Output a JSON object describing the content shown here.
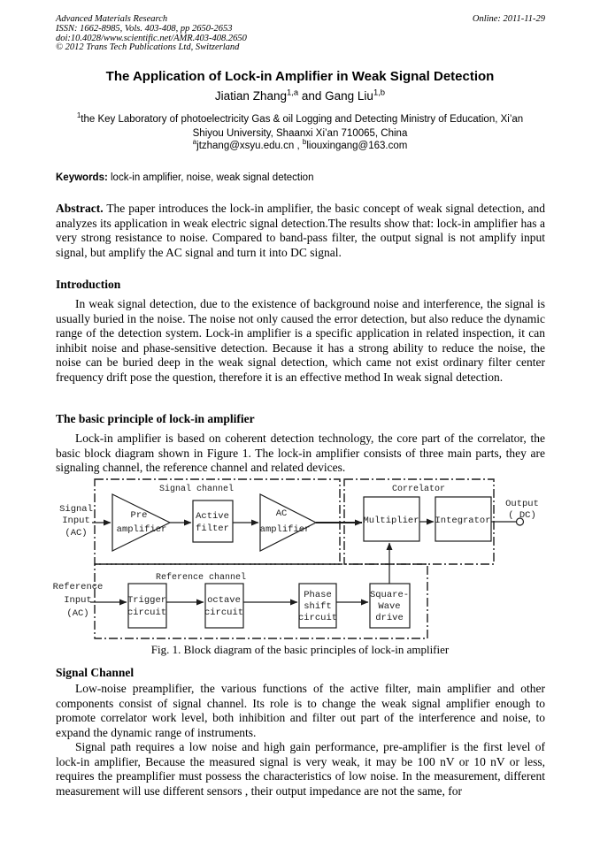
{
  "header": {
    "journal": "Advanced Materials Research",
    "issn": "ISSN: 1662-8985, Vols. 403-408, pp 2650-2653",
    "doi": "doi:10.4028/www.scientific.net/AMR.403-408.2650",
    "copyright": "© 2012 Trans Tech Publications Ltd, Switzerland",
    "online": "Online: 2011-11-29"
  },
  "title": "The Application of Lock-in Amplifier in Weak Signal Detection",
  "authors": {
    "name1": "Jiatian Zhang",
    "sup1": "1,a",
    "conj": " and ",
    "name2": "Gang Liu",
    "sup2": "1,b"
  },
  "affiliation": {
    "sup": "1",
    "line1": "the Key Laboratory of photoelectricity Gas & oil Logging and Detecting Ministry of Education, Xi’an",
    "line2": "Shiyou University, Shaanxi Xi’an 710065, China",
    "sup_a": "a",
    "email_a": "jtzhang@xsyu.edu.cn",
    "sep": " , ",
    "sup_b": "b",
    "email_b": "liouxingang@163.com"
  },
  "keywords": {
    "label": "Keywords:",
    "text": "lock-in amplifier, noise, weak signal detection"
  },
  "abstract": {
    "label": "Abstract.",
    "text": "The paper introduces the lock-in amplifier, the basic concept of weak signal detection, and analyzes its application in weak electric signal detection.The results show that: lock-in amplifier has a very strong resistance to noise. Compared to band-pass filter, the output signal is not amplify input signal, but amplify the AC signal and turn it into DC signal."
  },
  "introduction": {
    "heading": "Introduction",
    "body": "In weak signal detection, due to the existence of background noise and interference, the signal is usually buried in the noise. The noise not only caused the error detection, but also reduce the dynamic range of the detection system. Lock-in amplifier is a specific application in related inspection, it can inhibit noise and phase-sensitive detection. Because it has a strong ability to reduce the noise, the noise can be buried deep in the weak signal detection, which came not exist ordinary filter center frequency drift pose the question, therefore it is an effective method In weak signal detection."
  },
  "principle": {
    "heading": "The basic principle of lock-in amplifier",
    "body": "Lock-in amplifier is based on coherent detection technology, the core part of the correlator, the basic block diagram shown in Figure 1. The lock-in amplifier consists of three main parts, they are signaling channel, the reference channel and related devices."
  },
  "figure": {
    "caption": "Fig. 1. Block diagram of the basic principles of lock-in amplifier",
    "group_signal": "Signal channel",
    "group_correlator": "Correlator",
    "group_reference": "Reference channel",
    "signal_input": [
      "Signal",
      "Input",
      "(AC)"
    ],
    "reference_input": [
      "Reference",
      "Input",
      "(AC)"
    ],
    "output": [
      "Output",
      "( DC)"
    ],
    "pre_amplifier": [
      "Pre",
      "amplifier"
    ],
    "active_filter": [
      "Active",
      "filter"
    ],
    "ac_amplifier": [
      "AC",
      "amplifier"
    ],
    "multiplier": "Multiplier",
    "integrator": "Integrator",
    "trigger": [
      "Trigger",
      "circuit"
    ],
    "octave": [
      "octave",
      "circuit"
    ],
    "phase": [
      "Phase",
      "shift",
      "circuit"
    ],
    "square": [
      "Square-",
      "Wave",
      "drive"
    ]
  },
  "signal_channel_section": {
    "heading": "Signal Channel",
    "para1": "Low-noise preamplifier, the various functions of the active filter, main amplifier and other components consist of signal channel. Its role is to change the weak signal amplifier enough to promote correlator work level, both inhibition and filter out part of the interference and noise, to expand the dynamic range of instruments.",
    "para2": "Signal path requires a low noise and high gain performance, pre-amplifier is the first level of lock-in amplifier, Because the measured signal is very weak, it may be 100 nV or 10 nV or less, requires the preamplifier must possess the characteristics of low noise. In the measurement, different measurement will use different sensors , their output impedance are not the same, for"
  },
  "colors": {
    "text": "#000000",
    "background": "#ffffff",
    "diagram_ink": "#1c1c1c"
  }
}
